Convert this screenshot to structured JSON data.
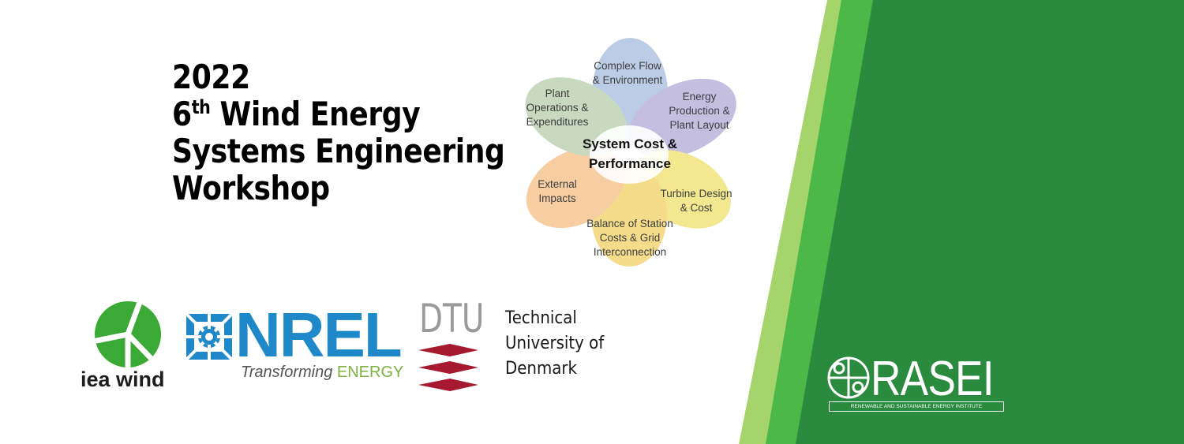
{
  "title": {
    "line1": "2022",
    "line2_num": "6",
    "line2_sup": "th",
    "line2_rest": " Wind Energy",
    "line3": "Systems Engineering",
    "line4": "Workshop"
  },
  "diagram": {
    "center": [
      "System Cost &",
      "Performance"
    ],
    "petals": [
      {
        "lines": [
          "Complex Flow",
          "& Environment"
        ],
        "color": "#a9bfdf"
      },
      {
        "lines": [
          "Energy",
          "Production &",
          "Plant Layout"
        ],
        "color": "#b4acd9"
      },
      {
        "lines": [
          "Turbine Design",
          "& Cost"
        ],
        "color": "#f0e170"
      },
      {
        "lines": [
          "Balance of Station",
          "Costs & Grid",
          "Interconnection"
        ],
        "color": "#f3d36a"
      },
      {
        "lines": [
          "External",
          "Impacts"
        ],
        "color": "#f6c089"
      },
      {
        "lines": [
          "Plant",
          "Operations &",
          "Expenditures"
        ],
        "color": "#b9cfae"
      }
    ]
  },
  "logos": {
    "iea": {
      "text": "iea wind",
      "color": "#3aa935"
    },
    "nrel": {
      "text": "NREL",
      "tagline_a": "Transforming ",
      "tagline_b": "ENERGY",
      "blue": "#1f88c9",
      "green": "#7cb342"
    },
    "dtu": {
      "text": "DTU",
      "lines": [
        "Technical",
        "University of",
        "Denmark"
      ],
      "red": "#a6192e"
    },
    "rasei": {
      "text": "RASEI",
      "tagline": "RENEWABLE AND SUSTAINABLE ENERGY INSTITUTE"
    }
  },
  "colors": {
    "stripe_light": "#a6d46c",
    "stripe_mid": "#4cb848",
    "panel": "#2a8a3e"
  }
}
